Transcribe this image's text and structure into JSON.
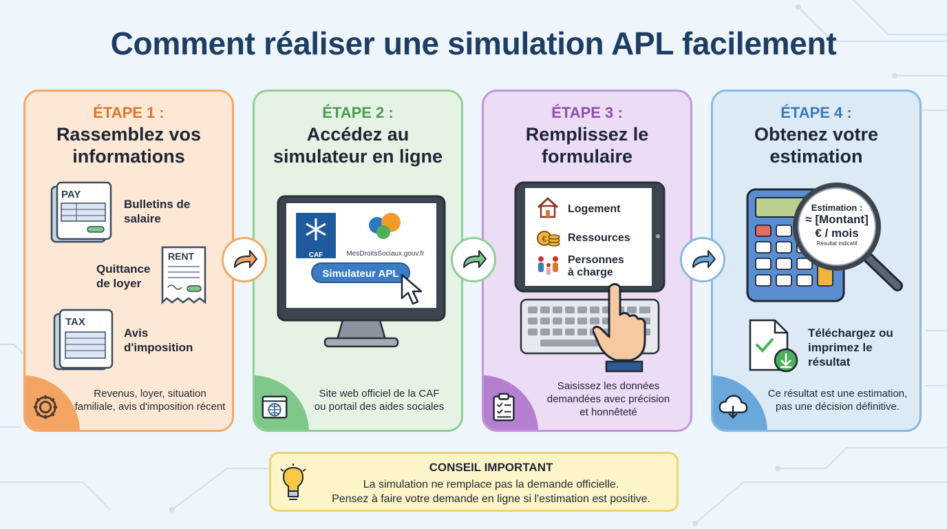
{
  "title": "Comment réaliser une simulation APL facilement",
  "steps": [
    {
      "label": "ÉTAPE 1 :",
      "title_line1": "Rassemblez vos",
      "title_line2": "informations",
      "docs": [
        {
          "tag": "PAY",
          "label_line1": "Bulletins de",
          "label_line2": "salaire"
        },
        {
          "tag": "RENT",
          "label_line1": "Quittance",
          "label_line2": "de loyer"
        },
        {
          "tag": "TAX",
          "label_line1": "Avis",
          "label_line2": "d'imposition"
        }
      ],
      "foot_line1": "Revenus, loyer, situation",
      "foot_line2": "familiale, avis d'imposition récent",
      "corner_icon": "gear-icon",
      "color": "#f2a868"
    },
    {
      "label": "ÉTAPE 2 :",
      "title_line1": "Accédez au",
      "title_line2": "simulateur en ligne",
      "caf_label": "CAF",
      "portal_label": "MesDroitsSociaux.gouv.fr",
      "button_label": "Simulateur APL",
      "foot_line1": "Site web officiel de la CAF",
      "foot_line2": "ou portail des aides sociales",
      "corner_icon": "globe-icon",
      "color": "#8fcf95"
    },
    {
      "label": "ÉTAPE 3 :",
      "title_line1": "Remplissez le",
      "title_line2": "formulaire",
      "fields": [
        {
          "label_line1": "Logement",
          "label_line2": "",
          "icon": "house-icon"
        },
        {
          "label_line1": "Ressources",
          "label_line2": "",
          "icon": "coins-icon"
        },
        {
          "label_line1": "Personnes",
          "label_line2": "à charge",
          "icon": "family-icon"
        }
      ],
      "foot_line1": "Saisissez les données",
      "foot_line2": "demandées avec précision",
      "foot_line3": "et honnêteté",
      "corner_icon": "clipboard-icon",
      "color": "#c295dc"
    },
    {
      "label": "ÉTAPE 4 :",
      "title_line1": "Obtenez votre",
      "title_line2": "estimation",
      "lens_line1": "Estimation :",
      "lens_line2": "≈ [Montant]",
      "lens_line3": "€ / mois",
      "lens_line4": "Résultat indicatif",
      "download_line1": "Téléchargez ou",
      "download_line2": "imprimez le",
      "download_line3": "résultat",
      "foot_line1": "Ce résultat est une estimation,",
      "foot_line2": "pas une décision définitive.",
      "corner_icon": "cloud-download-icon",
      "color": "#8ab8e0"
    }
  ],
  "tip": {
    "title": "CONSEIL IMPORTANT",
    "line1": "La simulation ne remplace pas la demande officielle.",
    "line2": "Pensez à faire votre demande en ligne si l'estimation est positive.",
    "icon": "lightbulb-icon"
  }
}
